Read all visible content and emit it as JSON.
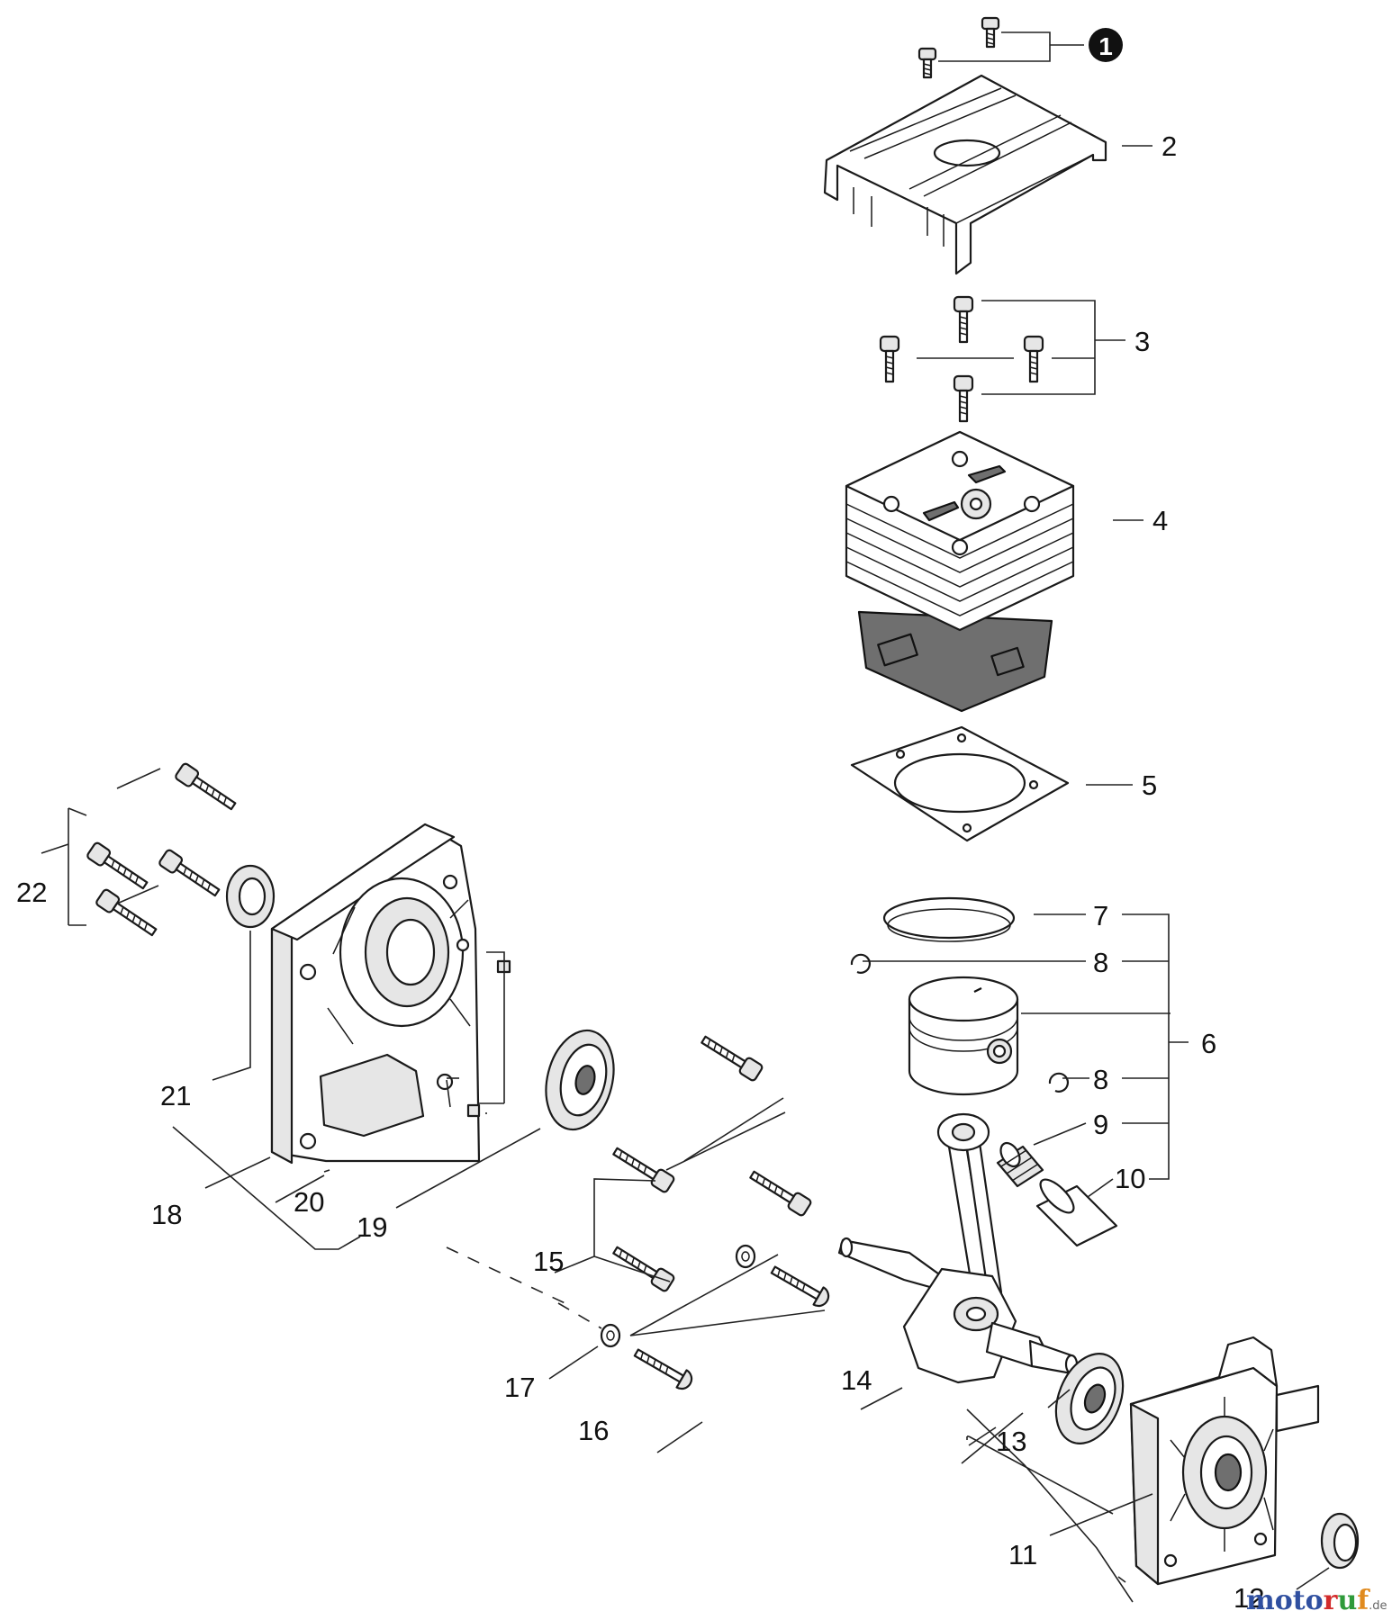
{
  "callout_marker": {
    "label": "1"
  },
  "callouts": {
    "c2": "2",
    "c3": "3",
    "c4": "4",
    "c5": "5",
    "c6": "6",
    "c7": "7",
    "c8a": "8",
    "c8b": "8",
    "c9": "9",
    "c10": "10",
    "c11": "11",
    "c12": "12",
    "c13": "13",
    "c14": "14",
    "c15": "15",
    "c16": "16",
    "c17": "17",
    "c18": "18",
    "c19": "19",
    "c20": "20",
    "c21": "21",
    "c22": "22"
  },
  "watermark": {
    "moto": "moto",
    "r": "r",
    "u": "u",
    "f": "f",
    "tld": ".de"
  },
  "colors": {
    "ink": "#1a1a1a",
    "brand_blue": "#2f4fa0",
    "brand_red": "#d22b2b",
    "brand_green": "#2f9a3a",
    "brand_orange": "#e08a1e"
  }
}
